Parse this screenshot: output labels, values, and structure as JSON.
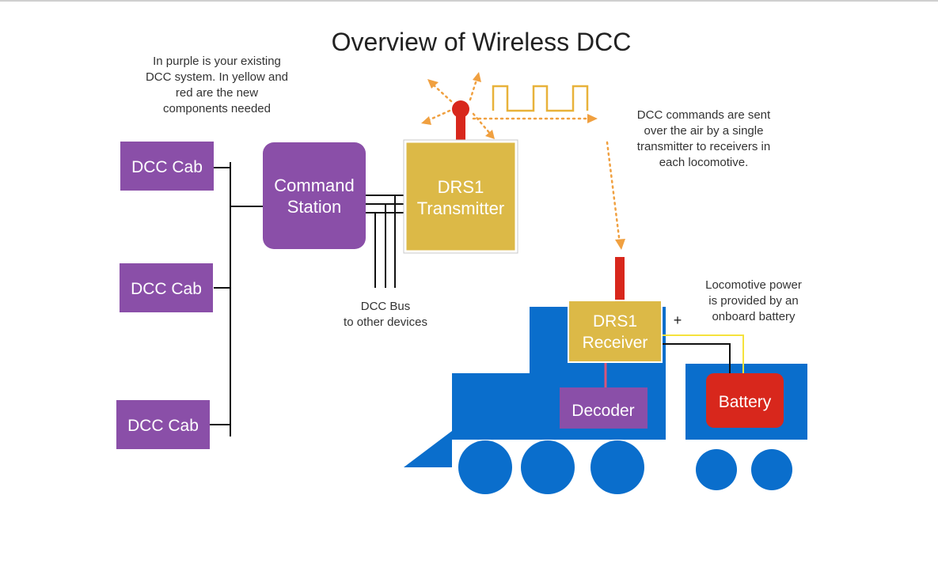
{
  "title": "Overview of Wireless DCC",
  "notes": {
    "legend": [
      "In purple is your existing",
      "DCC system. In yellow and",
      "red are the new",
      "components needed"
    ],
    "dcc_commands": [
      "DCC commands are sent",
      "over the air by a single",
      "transmitter to receivers in",
      "each locomotive."
    ],
    "bus": [
      "DCC Bus",
      "to other devices"
    ],
    "power": [
      "Locomotive power",
      "is provided by an",
      "onboard battery"
    ]
  },
  "components": {
    "cab_1": "DCC Cab",
    "cab_2": "DCC Cab",
    "cab_3": "DCC Cab",
    "command_station": [
      "Command",
      "Station"
    ],
    "transmitter": [
      "DRS1",
      "Transmitter"
    ],
    "receiver": [
      "DRS1",
      "Receiver"
    ],
    "decoder": "Decoder",
    "battery": "Battery"
  },
  "symbols": {
    "plus": "+"
  },
  "colors": {
    "purple": "#8a4fa8",
    "yellow": "#dcb947",
    "red": "#d8271c",
    "blue": "#0a6ecc",
    "orange": "#f0a040"
  }
}
